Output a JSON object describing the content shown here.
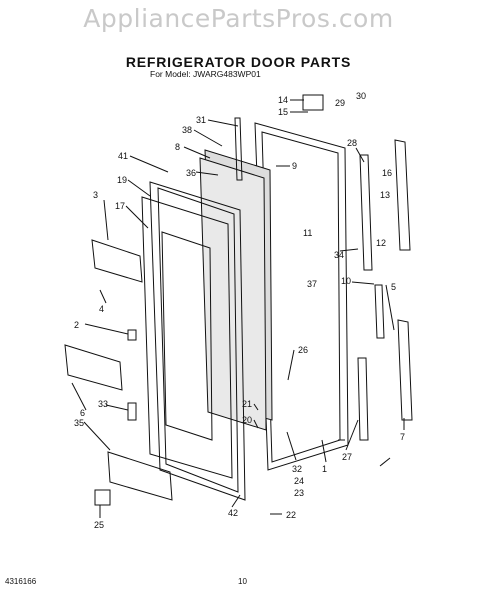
{
  "watermark": "AppliancePartsPros.com",
  "title": "REFRIGERATOR DOOR PARTS",
  "subtitle": "For Model: JWARG483WP01",
  "footer": {
    "doc_number": "4316166",
    "page_number": "10"
  },
  "callouts": [
    "31",
    "38",
    "8",
    "41",
    "36",
    "9",
    "19",
    "3",
    "17",
    "14",
    "15",
    "29",
    "30",
    "28",
    "16",
    "13",
    "12",
    "34",
    "10",
    "11",
    "37",
    "4",
    "2",
    "5",
    "26",
    "6",
    "33",
    "35",
    "21",
    "20",
    "32",
    "24",
    "23",
    "22",
    "1",
    "27",
    "7",
    "25",
    "42"
  ]
}
